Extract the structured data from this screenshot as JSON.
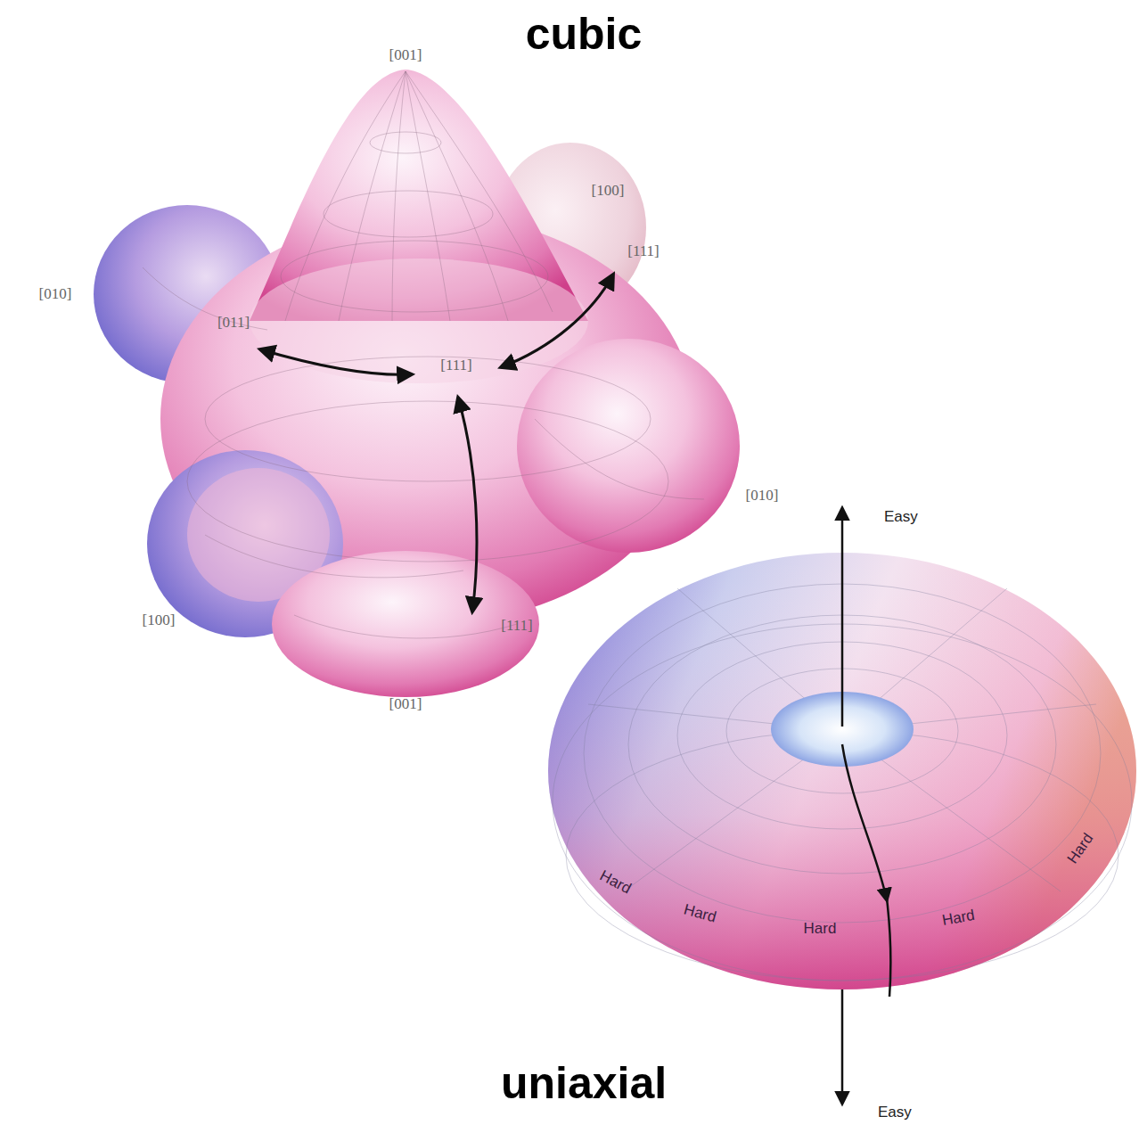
{
  "diagram": {
    "labels": [
      "cubic",
      "[001]",
      "[100]",
      "[111]",
      "[010]",
      "[011]",
      "[111]",
      "[010]",
      "[100]",
      "[111]",
      "[001]",
      "Easy",
      "Hard",
      "Hard",
      "Hard",
      "Hard",
      "Hard",
      "uniaxial",
      "Easy"
    ]
  }
}
